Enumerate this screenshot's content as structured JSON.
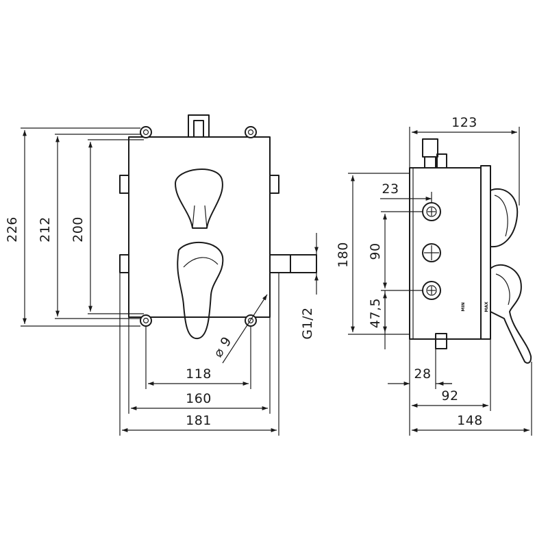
{
  "front_view": {
    "dims": {
      "height_outer": "226",
      "height_mid": "212",
      "height_inner": "200",
      "width_inner": "118",
      "width_mid": "160",
      "width_outer": "181",
      "hole_diameter": "⌀ 9",
      "thread": "G1/2"
    }
  },
  "side_view": {
    "dims": {
      "depth_top": "123",
      "offset_23": "23",
      "height_180": "180",
      "spacing_90": "90",
      "spacing_47_5": "47,5",
      "offset_28": "28",
      "depth_92": "92",
      "depth_148": "148"
    },
    "marks": {
      "min": "MIN",
      "max": "MAX"
    }
  },
  "colors": {
    "line": "#1a1a1a",
    "background": "#ffffff"
  }
}
